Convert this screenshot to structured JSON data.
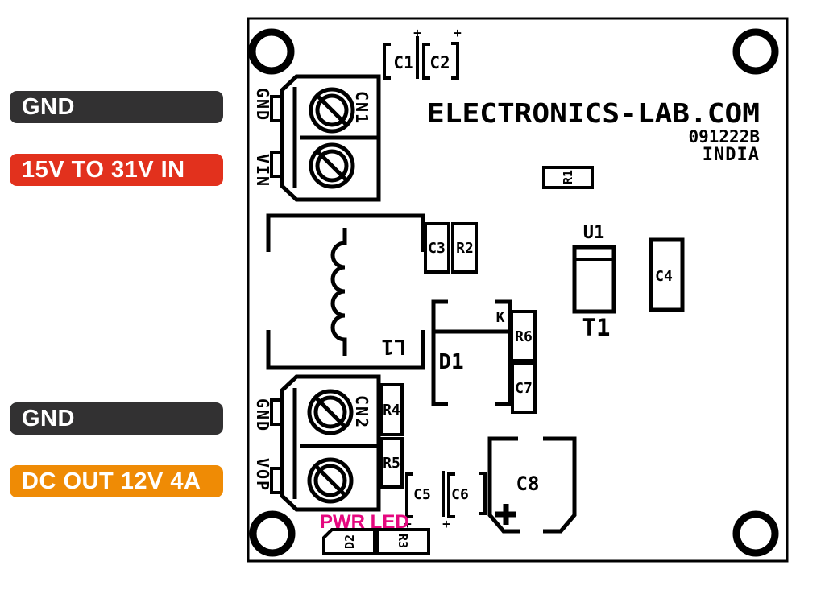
{
  "io_labels": [
    {
      "text": "GND",
      "color": "#323132"
    },
    {
      "text": "15V TO 31V IN",
      "color": "#e2311d"
    },
    {
      "text": "GND",
      "color": "#323132"
    },
    {
      "text": "DC OUT 12V 4A",
      "color": "#ef8b05"
    }
  ],
  "board": {
    "title": "ELECTRONICS-LAB.COM",
    "code": "091222B",
    "origin": "INDIA",
    "silk_color": "#000000",
    "plus": "+",
    "pwr_led": {
      "text": "PWR LED",
      "color": "#e5087f"
    },
    "refs": {
      "cn1": "CN1",
      "gnd_in": "GND",
      "vin": "VIN",
      "c1": "C1",
      "c2": "C2",
      "r1": "R1",
      "c3": "C3",
      "r2": "R2",
      "l1": "L1",
      "d1": "D1",
      "k": "K",
      "r6": "R6",
      "c7": "C7",
      "u1": "U1",
      "t1": "T1",
      "c4": "C4",
      "cn2": "CN2",
      "gnd_out": "GND",
      "vop": "VOP",
      "r4": "R4",
      "r5": "R5",
      "c5": "C5",
      "c6": "C6",
      "c8": "C8",
      "d2": "D2",
      "r3": "R3"
    }
  }
}
